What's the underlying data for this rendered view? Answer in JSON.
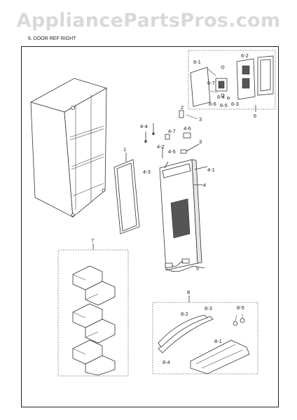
{
  "watermark": "AppliancePartsPros.com",
  "title": "6. DOOR REF RIGHT",
  "callouts": {
    "c1": "1",
    "c2": "2",
    "c3": "3",
    "c3b": "3",
    "c4": "4",
    "c41": "4-1",
    "c42": "4-2",
    "c43": "4-3",
    "c44": "4-4",
    "c45": "4-5",
    "c46": "4-6",
    "c47": "4-7",
    "c5": "5",
    "c6": "6",
    "c61": "6-1",
    "c62": "6-2",
    "c63": "6-3",
    "c64": "6-4",
    "c65": "6-5",
    "c66": "6-6",
    "c67": "6-7",
    "c7": "7",
    "c8": "8",
    "c81": "8-1",
    "c82": "8-2",
    "c83": "8-3",
    "c84": "8-4",
    "c85": "8-5"
  }
}
